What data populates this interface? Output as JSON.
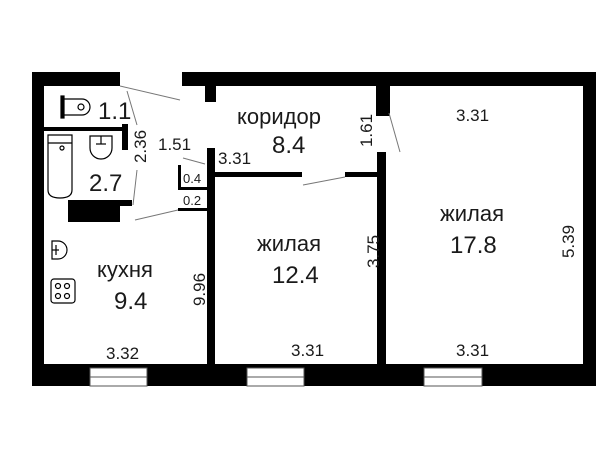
{
  "floor_plan": {
    "rooms": [
      {
        "id": "wc",
        "name": "",
        "area": "1.1"
      },
      {
        "id": "bathroom",
        "name": "",
        "area": "2.7"
      },
      {
        "id": "corridor",
        "name": "коридор",
        "area": "8.4"
      },
      {
        "id": "kitchen",
        "name": "кухня",
        "area": "9.4"
      },
      {
        "id": "living1",
        "name": "жилая",
        "area": "12.4"
      },
      {
        "id": "living2",
        "name": "жилая",
        "area": "17.8"
      },
      {
        "id": "closet_a",
        "name": "",
        "area": "0.4"
      },
      {
        "id": "closet_b",
        "name": "",
        "area": "0.2"
      }
    ],
    "dimensions": {
      "bath_wall": "2.36",
      "hall_width": "1.51",
      "corridor_width": "3.31",
      "corridor_side": "1.61",
      "living2_top": "3.31",
      "living2_side": "5.39",
      "living1_side": "3.75",
      "kitchen_side": "9.96",
      "kitchen_bottom": "3.32",
      "living1_bottom": "3.31",
      "living2_bottom": "3.31"
    },
    "colors": {
      "wall": "#000000",
      "floor": "#ffffff",
      "text": "#1a1a1a",
      "door_line": "#666666"
    }
  }
}
